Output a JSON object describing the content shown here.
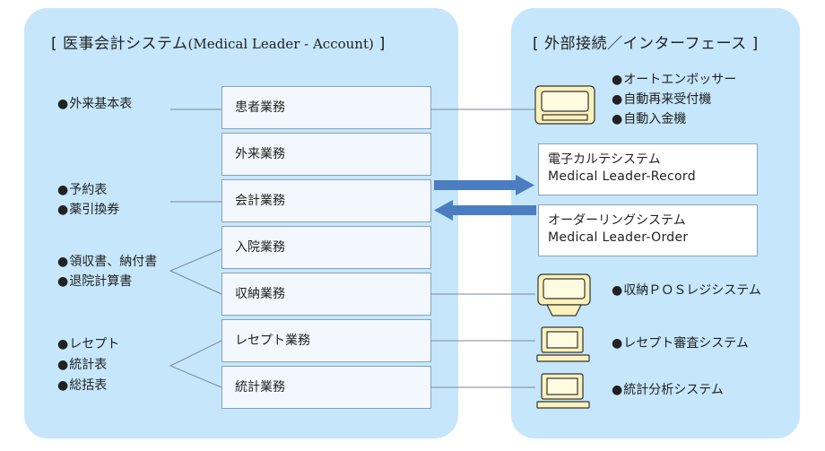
{
  "left_panel": {
    "title": "[ 医事会計システム",
    "title_sub": "(Medical Leader - Account)",
    "title_end": "]",
    "modules": [
      "患者業務",
      "外来業務",
      "会計業務",
      "入院業務",
      "収納業務",
      "レセプト業務",
      "統計業務"
    ],
    "bullet_groups": [
      [
        "外来基本表"
      ],
      [
        "予約表",
        "薬引換券"
      ],
      [
        "領収書、納付書",
        "退院計算書"
      ],
      [
        "レセプト",
        "統計表",
        "総括表"
      ]
    ]
  },
  "right_panel": {
    "title": "[ 外部接続／インターフェース ]",
    "terminal_items": [
      "オートエンボッサー",
      "自動再来受付機",
      "自動入金機"
    ],
    "systems": [
      {
        "name_ja": "電子カルテシステム",
        "name_en": "Medical Leader-Record"
      },
      {
        "name_ja": "オーダーリングシステム",
        "name_en": "Medical Leader-Order"
      }
    ],
    "devices": [
      "収納ＰＯＳレジシステム",
      "レセプト審査システム",
      "統計分析システム"
    ]
  },
  "colors": {
    "panel_bg": "#c5e6fb",
    "module_bg": "#f2f8fe",
    "border": "#8aa2b8",
    "arrow": "#4a7ec0",
    "device_screen": "#fdf2bc"
  },
  "icons": [
    "terminal-icon",
    "pos-register-icon",
    "computer-icon"
  ]
}
